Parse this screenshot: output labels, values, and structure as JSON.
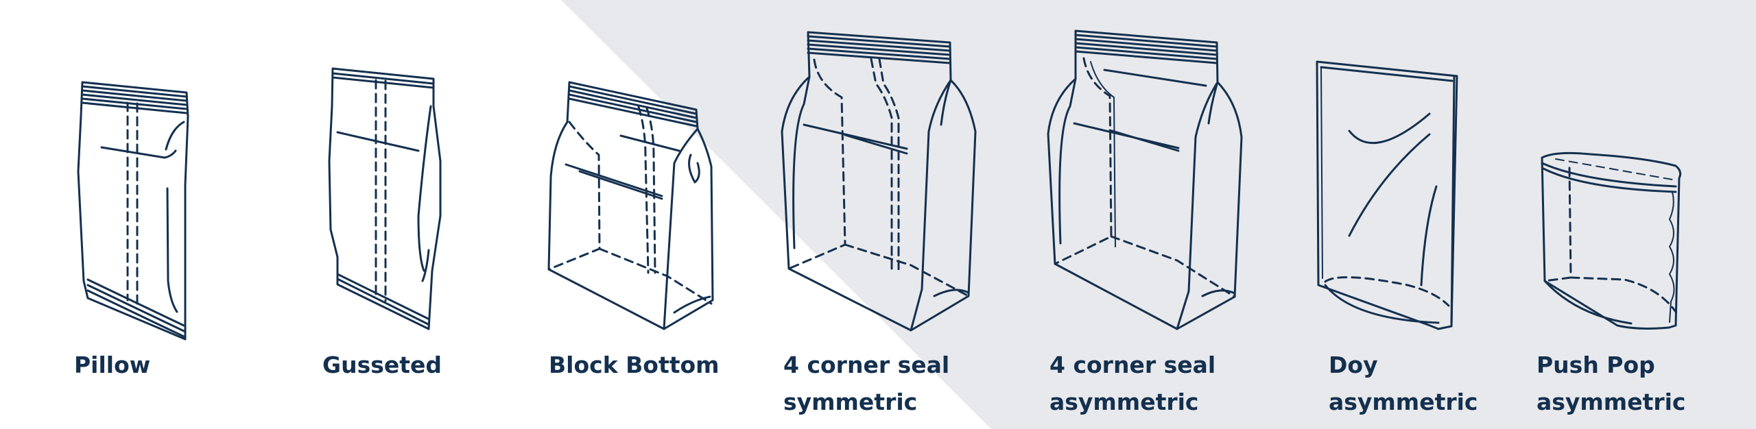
{
  "background_colors": {
    "left": "#ffffff",
    "right": "#e8e9ec"
  },
  "line_color": "#14304f",
  "items": [
    {
      "icon": "pillow-bag-icon",
      "lines": [
        "Pillow"
      ]
    },
    {
      "icon": "gusseted-bag-icon",
      "lines": [
        "Gusseted"
      ]
    },
    {
      "icon": "block-bottom-bag-icon",
      "lines": [
        "Block Bottom"
      ]
    },
    {
      "icon": "four-corner-seal-symmetric-bag-icon",
      "lines": [
        "4 corner seal",
        "symmetric"
      ]
    },
    {
      "icon": "four-corner-seal-asymmetric-bag-icon",
      "lines": [
        "4 corner seal",
        "asymmetric"
      ]
    },
    {
      "icon": "doy-asymmetric-bag-icon",
      "lines": [
        "Doy",
        "asymmetric"
      ]
    },
    {
      "icon": "push-pop-asymmetric-bag-icon",
      "lines": [
        "Push Pop",
        "asymmetric"
      ]
    }
  ]
}
